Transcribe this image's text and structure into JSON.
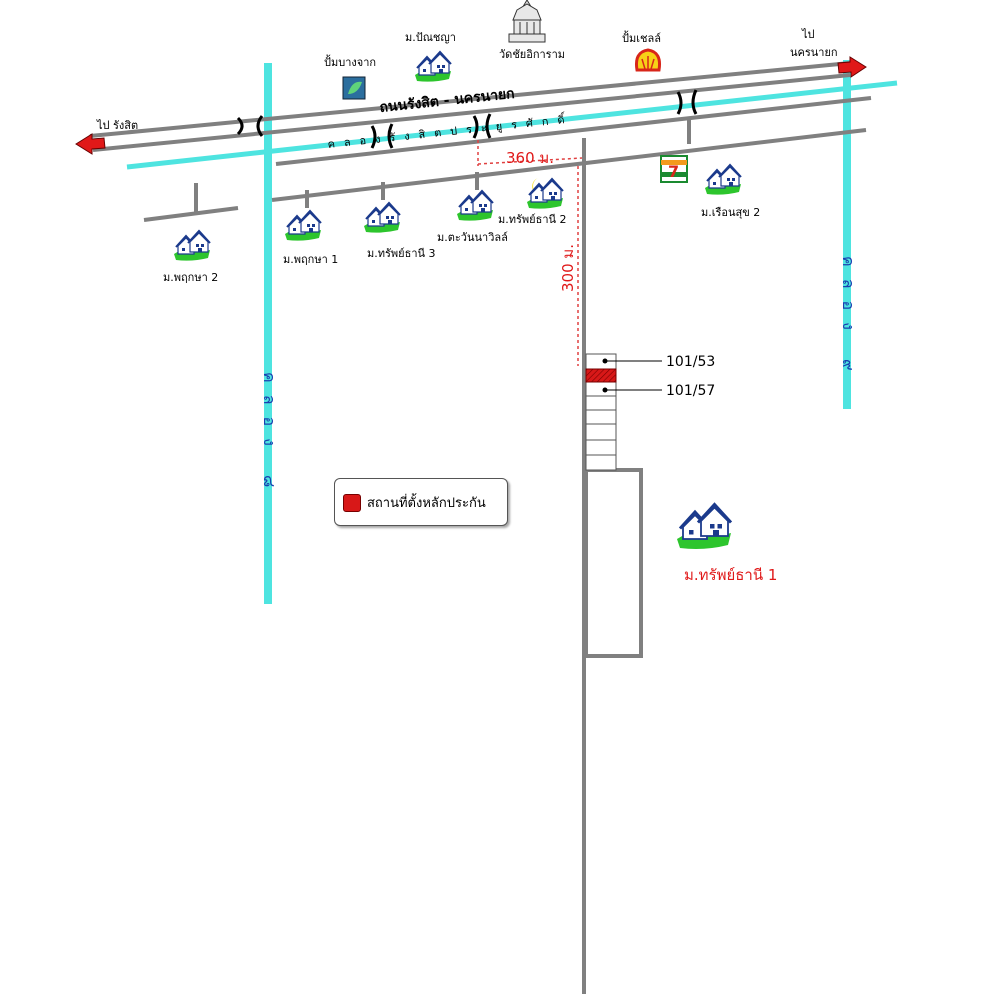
{
  "road_main_name": "ถนนรังสิต - นครนายก",
  "canal_main_name": "คลองรังสิตประยูรศักดิ์",
  "canal_left_name": "คลอง ๘",
  "canal_right_name": "คลอง ๙",
  "direction_left": "ไป รังสิต",
  "direction_right_line1": "ไป",
  "direction_right_line2": "นครนายก",
  "landmarks": {
    "gas_bangchak": "ปั้มบางจาก",
    "village_panchaya": "ม.ปัณชญา",
    "temple": "วัดชัยอิการาม",
    "gas_shell": "ปั้มเชลล์",
    "village_pruksa2": "ม.พฤกษา 2",
    "village_pruksa1": "ม.พฤกษา 1",
    "village_supthani3": "ม.ทรัพย์ธานี 3",
    "village_tawanna": "ม.ตะวันนาวิลล์",
    "village_supthani2": "ม.ทรัพย์ธานี 2",
    "village_ruenruk2": "ม.เรือนสุข 2",
    "village_supthani1": "ม.ทรัพย์ธานี 1"
  },
  "distances": {
    "horizontal": "360 ม.",
    "vertical": "300 ม."
  },
  "plots": {
    "plot_a": "101/53",
    "plot_b": "101/57"
  },
  "legend": {
    "label": "สถานที่ตั้งหลักประกัน",
    "swatch_color": "#d81818"
  },
  "colors": {
    "road": "#808080",
    "canal": "#4ee4e0",
    "arrow": "#e01818",
    "distance_line": "#e04040",
    "village_label_red": "#e01818",
    "canal_label": "#1a3fb0"
  }
}
